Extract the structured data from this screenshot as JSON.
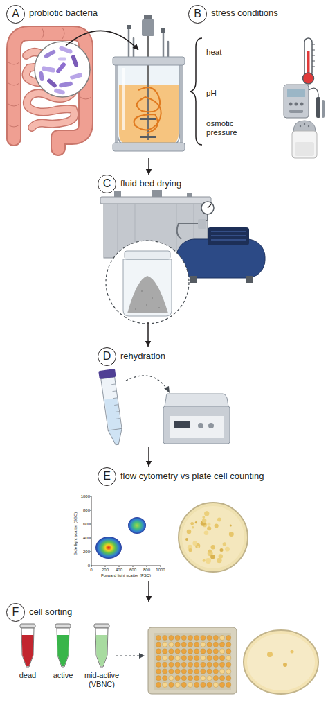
{
  "diagram": {
    "nodes": [
      {
        "text": [
          "A",
          "probiotic bacteria"
        ]
      },
      {
        "text": [
          "B",
          "stress conditions"
        ]
      },
      {
        "text": [
          "C",
          "fluid bed drying"
        ]
      },
      {
        "text": [
          "D",
          "rehydration"
        ]
      },
      {
        "text": [
          "E",
          "flow cytometry vs plate cell counting"
        ]
      },
      {
        "text": [
          "F",
          "cell sorting"
        ]
      }
    ],
    "edges": [
      {
        "from": 0,
        "to": 1,
        "arrow": "to"
      },
      {
        "from": 1,
        "to": 2,
        "arrow": "to"
      },
      {
        "from": 2,
        "to": 3,
        "arrow": "to"
      },
      {
        "from": 3,
        "to": 4,
        "arrow": "to"
      },
      {
        "from": 4,
        "to": 5,
        "arrow": "to"
      }
    ],
    "labels": [
      "heat",
      "pH",
      "osmotic pressure",
      "1000",
      "800",
      "600",
      "400",
      "200",
      "0",
      "Side light scatter (SSC)",
      "0",
      "200",
      "400",
      "600",
      "800",
      "1000",
      "Forward light scatter (FSC)",
      "dead",
      "active",
      "mid-active (VBNC)"
    ]
  }
}
